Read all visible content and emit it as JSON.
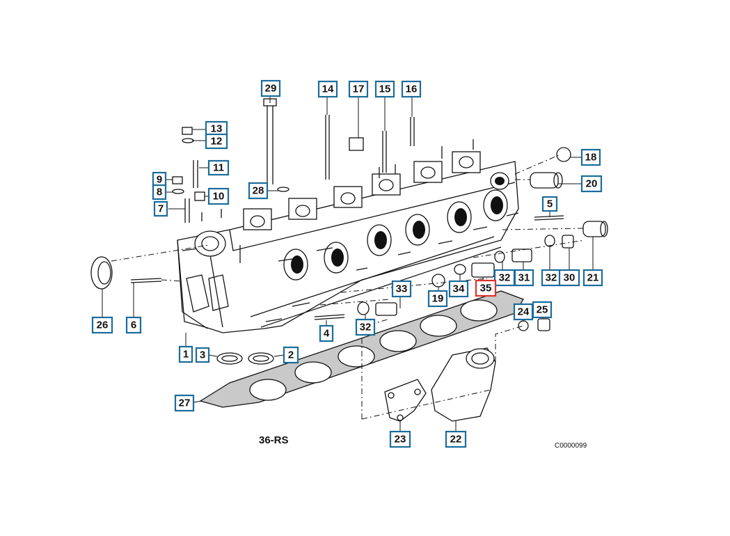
{
  "diagram": {
    "reference_label": "36-RS",
    "image_code": "C0000099",
    "highlight_color": "#e0312b",
    "callout_color": "#1a6c9c",
    "callouts": [
      {
        "id": "29",
        "label": "29"
      },
      {
        "id": "14",
        "label": "14"
      },
      {
        "id": "17",
        "label": "17"
      },
      {
        "id": "15",
        "label": "15"
      },
      {
        "id": "16",
        "label": "16"
      },
      {
        "id": "13",
        "label": "13"
      },
      {
        "id": "12",
        "label": "12"
      },
      {
        "id": "11",
        "label": "11"
      },
      {
        "id": "18",
        "label": "18"
      },
      {
        "id": "9",
        "label": "9"
      },
      {
        "id": "8",
        "label": "8"
      },
      {
        "id": "10",
        "label": "10"
      },
      {
        "id": "28",
        "label": "28"
      },
      {
        "id": "20",
        "label": "20"
      },
      {
        "id": "7",
        "label": "7"
      },
      {
        "id": "5",
        "label": "5"
      },
      {
        "id": "21",
        "label": "21"
      },
      {
        "id": "32a",
        "label": "32"
      },
      {
        "id": "31",
        "label": "31"
      },
      {
        "id": "32b",
        "label": "32"
      },
      {
        "id": "30",
        "label": "30"
      },
      {
        "id": "33",
        "label": "33"
      },
      {
        "id": "34",
        "label": "34"
      },
      {
        "id": "35",
        "label": "35",
        "highlight": true
      },
      {
        "id": "19",
        "label": "19"
      },
      {
        "id": "24",
        "label": "24"
      },
      {
        "id": "25",
        "label": "25"
      },
      {
        "id": "26",
        "label": "26"
      },
      {
        "id": "6",
        "label": "6"
      },
      {
        "id": "32c",
        "label": "32"
      },
      {
        "id": "4",
        "label": "4"
      },
      {
        "id": "1",
        "label": "1"
      },
      {
        "id": "3",
        "label": "3"
      },
      {
        "id": "2",
        "label": "2"
      },
      {
        "id": "27",
        "label": "27"
      },
      {
        "id": "23",
        "label": "23"
      },
      {
        "id": "22",
        "label": "22"
      }
    ]
  }
}
